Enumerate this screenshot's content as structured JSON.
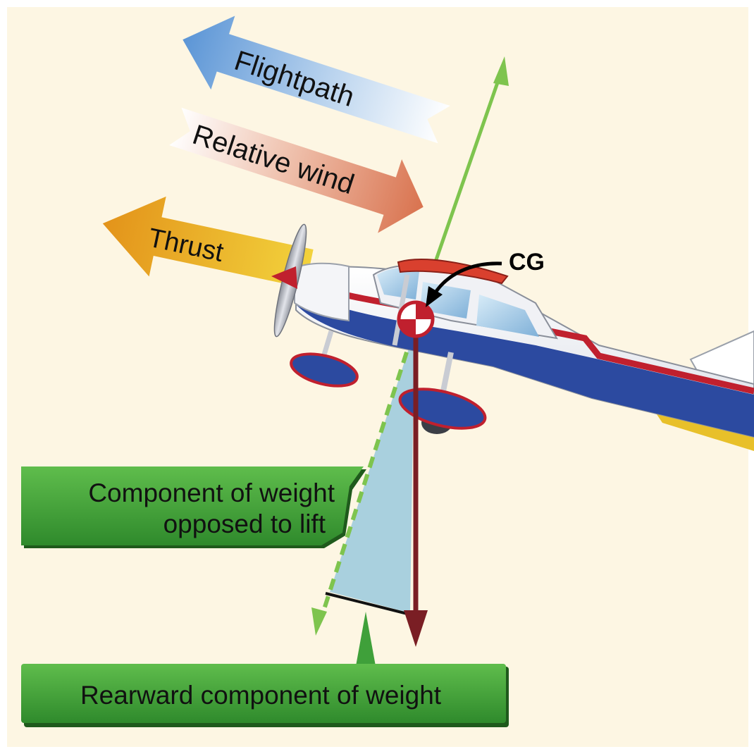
{
  "labels": {
    "flightpath": "Flightpath",
    "relative_wind": "Relative wind",
    "thrust": "Thrust",
    "cg": "CG",
    "component_line1": "Component of weight",
    "component_line2": "opposed to lift",
    "rearward": "Rearward component of weight"
  },
  "colors": {
    "background": "#fdf6e3",
    "flightpath_start": "#5b95d6",
    "relative_wind_end": "#d97a5a",
    "thrust_start": "#e39c1e",
    "thrust_end": "#f0c93a",
    "lift_line": "#7ec44e",
    "weight_line": "#7a1e24",
    "component_box": "#4aa83e",
    "triangle": "#a9d0de",
    "fuselage_blue": "#2c4aa0",
    "stripe_red": "#c0202e"
  }
}
